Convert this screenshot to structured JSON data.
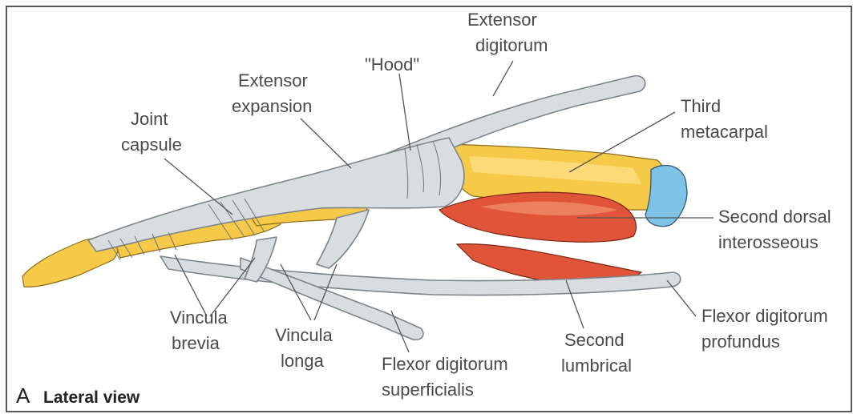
{
  "colors": {
    "background": "#ffffff",
    "frame": "#222222",
    "tendon": "#d9dde0",
    "tendon_outline": "#7d8489",
    "bone": "#f7c948",
    "bone_highlight": "#fde38a",
    "muscle": "#e0553a",
    "muscle_light": "#ef8a68",
    "cartilage": "#7ec3e6",
    "label_text": "#4a4a4a"
  },
  "caption": {
    "letter": "A",
    "title": "Lateral view"
  },
  "labels": {
    "extensor_digitorum": [
      "Extensor",
      "digitorum"
    ],
    "hood": "\"Hood\"",
    "extensor_expansion": [
      "Extensor",
      "expansion"
    ],
    "joint_capsule": [
      "Joint",
      "capsule"
    ],
    "third_metacarpal": [
      "Third",
      "metacarpal"
    ],
    "second_dorsal_interosseous": [
      "Second dorsal",
      "interosseous"
    ],
    "flexor_digitorum_profundus": [
      "Flexor digitorum",
      "profundus"
    ],
    "second_lumbrical": [
      "Second",
      "lumbrical"
    ],
    "flexor_digitorum_superficialis": [
      "Flexor digitorum",
      "superficialis"
    ],
    "vincula_longa": [
      "Vincula",
      "longa"
    ],
    "vincula_brevia": [
      "Vincula",
      "brevia"
    ]
  }
}
